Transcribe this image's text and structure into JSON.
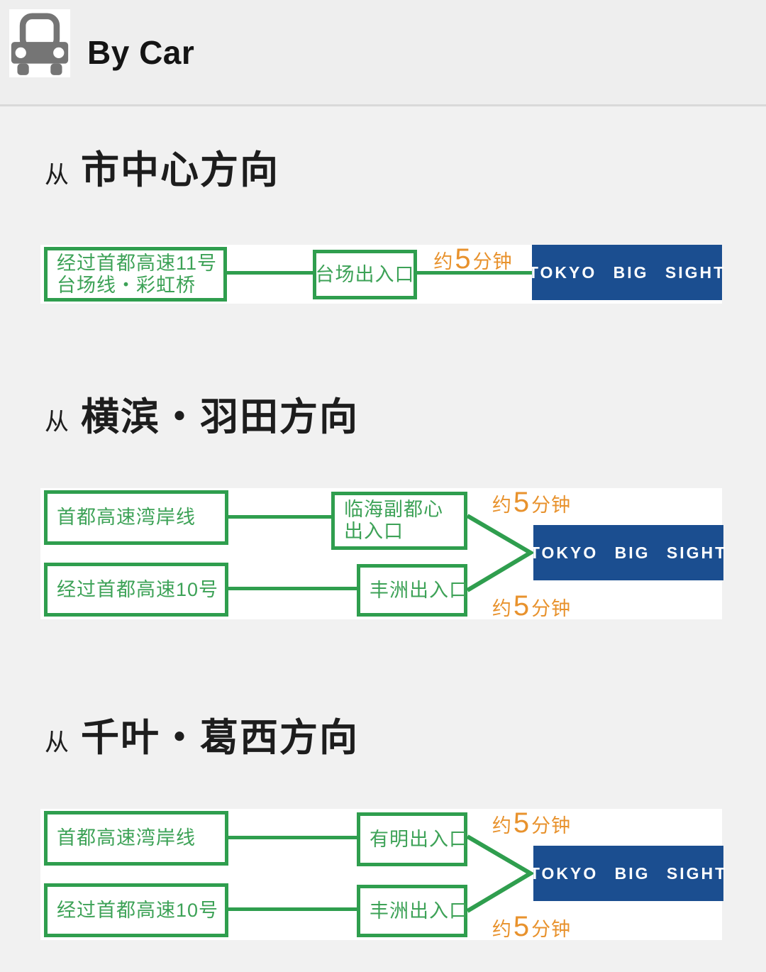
{
  "colors": {
    "green": "#2f9e4e",
    "green-text": "#3da257",
    "orange": "#e8922d",
    "blue": "#1b4e90",
    "page-bg": "#f1f1f1",
    "header-bg": "#eeeeee"
  },
  "header": {
    "title": "By Car",
    "icon": "car-icon"
  },
  "destination_label": "TOKYO BIG SIGHT",
  "duration": {
    "prefix": "约",
    "number": "5",
    "suffix": "分钟"
  },
  "sections": [
    {
      "from_prefix": "从",
      "title": "市中心方向",
      "rows": [
        {
          "start_line1": "经过首都高速11号",
          "start_line2": "台场线・彩虹桥",
          "exit": "台场出入口"
        }
      ]
    },
    {
      "from_prefix": "从",
      "title": "横滨・羽田方向",
      "rows": [
        {
          "start": "首都高速湾岸线",
          "exit_line1": "临海副都心",
          "exit_line2": "出入口"
        },
        {
          "start": "经过首都高速10号",
          "exit": "丰洲出入口"
        }
      ]
    },
    {
      "from_prefix": "从",
      "title": "千叶・葛西方向",
      "rows": [
        {
          "start": "首都高速湾岸线",
          "exit": "有明出入口"
        },
        {
          "start": "经过首都高速10号",
          "exit": "丰洲出入口"
        }
      ]
    }
  ]
}
